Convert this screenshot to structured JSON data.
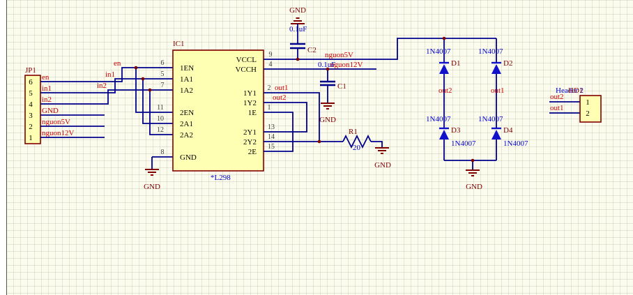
{
  "colors": {
    "background": "#FBFBEE",
    "wire": "#00008B",
    "designator": "#800000",
    "net_label": "#CC0000",
    "comment": "#0000CC",
    "pin_name": "#000000",
    "pin_number": "#3C3C3C",
    "part_fill": "#FFFFB3",
    "part_border": "#800000",
    "diode_fill": "#1111CC",
    "ground_symbol": "#800000"
  },
  "connector_jp1": {
    "designator": "JP1",
    "pin_numbers": [
      "6",
      "5",
      "4",
      "3",
      "2",
      "1"
    ],
    "net_labels": [
      "en",
      "in1",
      "in2",
      "GND",
      "nguon5V",
      "nguon12V"
    ]
  },
  "control_net_labels": {
    "en": "en",
    "in1": "in1",
    "in2": "in2"
  },
  "ic1": {
    "designator": "IC1",
    "comment": "*L298",
    "left_pins": [
      {
        "number": "6",
        "name": "1EN"
      },
      {
        "number": "5",
        "name": "1A1"
      },
      {
        "number": "7",
        "name": "1A2"
      },
      {
        "number": "11",
        "name": "2EN"
      },
      {
        "number": "10",
        "name": "2A1"
      },
      {
        "number": "12",
        "name": "2A2"
      },
      {
        "number": "8",
        "name": "GND"
      }
    ],
    "right_pins": [
      {
        "number": "9",
        "name": "VCCL"
      },
      {
        "number": "4",
        "name": "VCCH"
      },
      {
        "number": "2",
        "name": "1Y1"
      },
      {
        "number": "",
        "name": "1Y2"
      },
      {
        "number": "1",
        "name": "1E"
      },
      {
        "number": "13",
        "name": "2Y1"
      },
      {
        "number": "14",
        "name": "2Y2"
      },
      {
        "number": "15",
        "name": "2E"
      }
    ]
  },
  "capacitor_c2": {
    "designator": "C2",
    "value": "0.1uF"
  },
  "capacitor_c1": {
    "designator": "C1",
    "value": "0.1uF"
  },
  "resistor_r1": {
    "designator": "R1",
    "value": "20"
  },
  "diode_d1": {
    "designator": "D1",
    "comment": "1N4007"
  },
  "diode_d2": {
    "designator": "D2",
    "comment": "1N4007"
  },
  "diode_d3": {
    "designator": "D3",
    "comment": "1N4007",
    "comment2": "1N4007"
  },
  "diode_d4": {
    "designator": "D4",
    "comment": "1N4007",
    "comment2": "1N4007"
  },
  "header_hd1": {
    "designator": "HD1",
    "comment": "Header 2",
    "pin_numbers": [
      "1",
      "2"
    ],
    "net_labels": [
      "out2",
      "out1"
    ]
  },
  "power_nets": {
    "gnd_top": "GND",
    "nguon5V": "nguon5V",
    "nguon12V": "nguon12V",
    "gnd_ic": "GND",
    "gnd_c1": "GND",
    "gnd_r1": "GND",
    "gnd_bridge": "GND"
  },
  "output_nets": {
    "out1_pin": "out1",
    "out2_pin": "out2",
    "out1_bridge": "out1",
    "out2_bridge": "out2"
  }
}
